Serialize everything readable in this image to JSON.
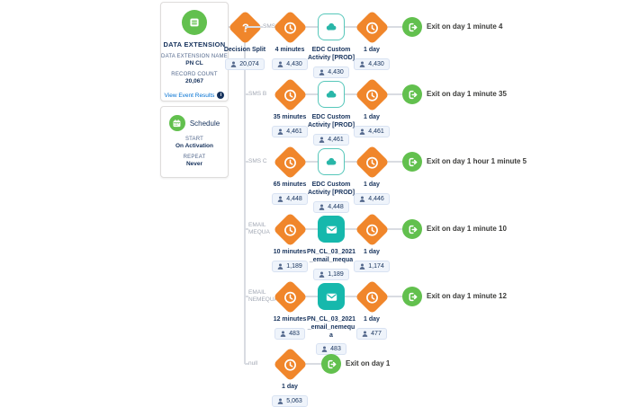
{
  "colors": {
    "orange": "#f0862b",
    "green": "#62c04e",
    "teal": "#16b8ac",
    "navy": "#16325c",
    "link_blue": "#0070d2"
  },
  "journey": {
    "entry": {
      "title": "DATA EXTENSION",
      "fields": [
        {
          "label": "DATA EXTENSION NAME",
          "value": "PN CL"
        },
        {
          "label": "RECORD COUNT",
          "value": "20,067"
        }
      ],
      "link": "View Event Results",
      "info_glyph": "i"
    },
    "schedule": {
      "title": "Schedule",
      "fields": [
        {
          "label": "START",
          "value": "On Activation"
        },
        {
          "label": "REPEAT",
          "value": "Never"
        }
      ]
    },
    "decision_split": {
      "label": "Decision Split",
      "count": "20,074"
    },
    "rows": [
      {
        "branch": "SMS D",
        "wait1": {
          "label": "4 minutes",
          "count": "4,430"
        },
        "activity": {
          "kind": "edc",
          "label": "EDC Custom Activity [PROD]",
          "count": "4,430"
        },
        "wait2": {
          "label": "1 day",
          "count": "4,430"
        },
        "exit": "Exit on day 1 minute 4"
      },
      {
        "branch": "SMS B",
        "wait1": {
          "label": "35 minutes",
          "count": "4,461"
        },
        "activity": {
          "kind": "edc",
          "label": "EDC Custom Activity [PROD]",
          "count": "4,461"
        },
        "wait2": {
          "label": "1 day",
          "count": "4,461"
        },
        "exit": "Exit on day 1 minute 35"
      },
      {
        "branch": "SMS C",
        "wait1": {
          "label": "65 minutes",
          "count": "4,448"
        },
        "activity": {
          "kind": "edc",
          "label": "EDC Custom Activity [PROD]",
          "count": "4,448"
        },
        "wait2": {
          "label": "1 day",
          "count": "4,446"
        },
        "exit": "Exit on day 1 hour 1 minute 5"
      },
      {
        "branch": "EMAIL MEQUA",
        "wait1": {
          "label": "10 minutes",
          "count": "1,189"
        },
        "activity": {
          "kind": "email",
          "label": "PN_CL_03_2021_email_mequa",
          "count": "1,189"
        },
        "wait2": {
          "label": "1 day",
          "count": "1,174"
        },
        "exit": "Exit on day 1 minute 10"
      },
      {
        "branch": "EMAIL NEMEQUA",
        "wait1": {
          "label": "12 minutes",
          "count": "483"
        },
        "activity": {
          "kind": "email",
          "label": "PN_CL_03_2021_email_nemequa",
          "count": "483"
        },
        "wait2": {
          "label": "1 day",
          "count": "477"
        },
        "exit": "Exit on day 1 minute 12"
      },
      {
        "branch": "null",
        "wait1": {
          "label": "1 day",
          "count": "5,063"
        },
        "activity": null,
        "wait2": null,
        "exit": "Exit on day 1"
      }
    ]
  }
}
